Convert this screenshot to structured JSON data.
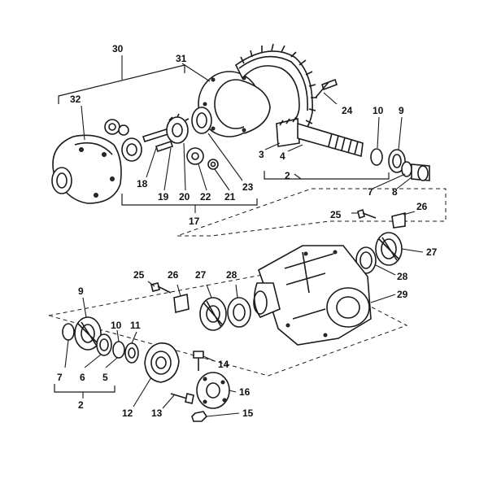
{
  "callouts": [
    {
      "id": "c30",
      "label": "30"
    },
    {
      "id": "c31",
      "label": "31"
    },
    {
      "id": "c32",
      "label": "32"
    },
    {
      "id": "c24",
      "label": "24"
    },
    {
      "id": "c10a",
      "label": "10"
    },
    {
      "id": "c9a",
      "label": "9"
    },
    {
      "id": "c3",
      "label": "3"
    },
    {
      "id": "c4",
      "label": "4"
    },
    {
      "id": "c2a",
      "label": "2"
    },
    {
      "id": "c7a",
      "label": "7"
    },
    {
      "id": "c8",
      "label": "8"
    },
    {
      "id": "c18",
      "label": "18"
    },
    {
      "id": "c19",
      "label": "19"
    },
    {
      "id": "c20",
      "label": "20"
    },
    {
      "id": "c22",
      "label": "22"
    },
    {
      "id": "c21",
      "label": "21"
    },
    {
      "id": "c23",
      "label": "23"
    },
    {
      "id": "c17",
      "label": "17"
    },
    {
      "id": "c25a",
      "label": "25"
    },
    {
      "id": "c26a",
      "label": "26"
    },
    {
      "id": "c27a",
      "label": "27"
    },
    {
      "id": "c28a",
      "label": "28"
    },
    {
      "id": "c29",
      "label": "29"
    },
    {
      "id": "c25b",
      "label": "25"
    },
    {
      "id": "c26b",
      "label": "26"
    },
    {
      "id": "c27b",
      "label": "27"
    },
    {
      "id": "c28b",
      "label": "28"
    },
    {
      "id": "c9b",
      "label": "9"
    },
    {
      "id": "c11",
      "label": "11"
    },
    {
      "id": "c10b",
      "label": "10"
    },
    {
      "id": "c7b",
      "label": "7"
    },
    {
      "id": "c6",
      "label": "6"
    },
    {
      "id": "c5",
      "label": "5"
    },
    {
      "id": "c2b",
      "label": "2"
    },
    {
      "id": "c12",
      "label": "12"
    },
    {
      "id": "c13",
      "label": "13"
    },
    {
      "id": "c14",
      "label": "14"
    },
    {
      "id": "c16",
      "label": "16"
    },
    {
      "id": "c15",
      "label": "15"
    }
  ]
}
